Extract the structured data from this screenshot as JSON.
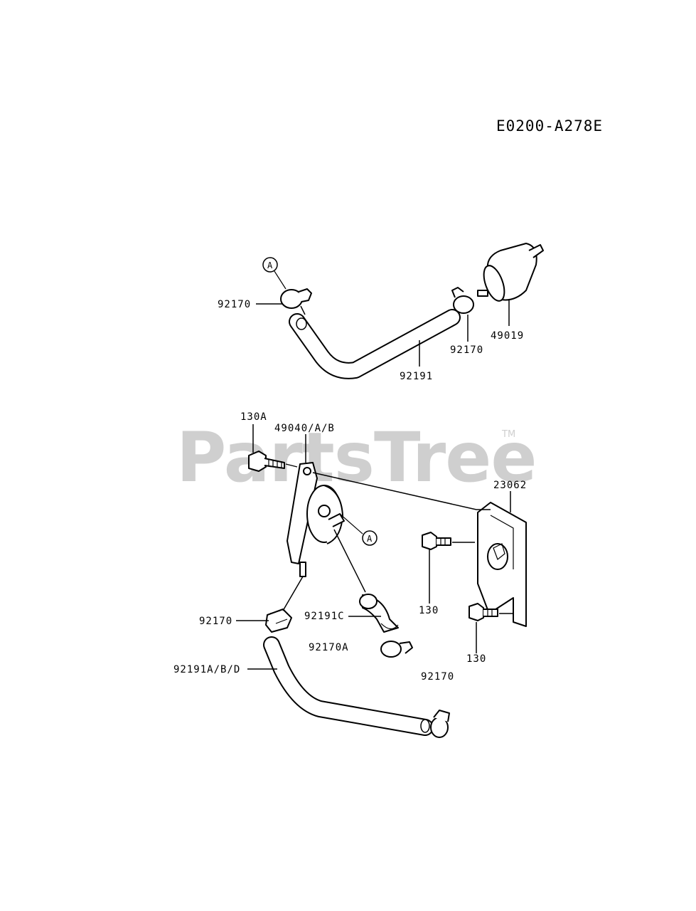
{
  "diagram_code": "E0200-A278E",
  "watermark": {
    "text": "PartsTree",
    "trademark": "TM"
  },
  "callouts": {
    "a_top": "A",
    "a_pump": "A"
  },
  "labels": {
    "clamp_top_left": "92170",
    "clamp_top_right": "92170",
    "fuel_filter": "49019",
    "hose_top": "92191",
    "bolt_130a": "130A",
    "fuel_pump": "49040/A/B",
    "bracket": "23062",
    "bolt_130_upper": "130",
    "bolt_130_lower": "130",
    "clamp_left": "92170",
    "hose_elbow": "92191C",
    "clamp_a": "92170A",
    "hose_bottom": "92191A/B/D",
    "clamp_bottom": "92170"
  }
}
